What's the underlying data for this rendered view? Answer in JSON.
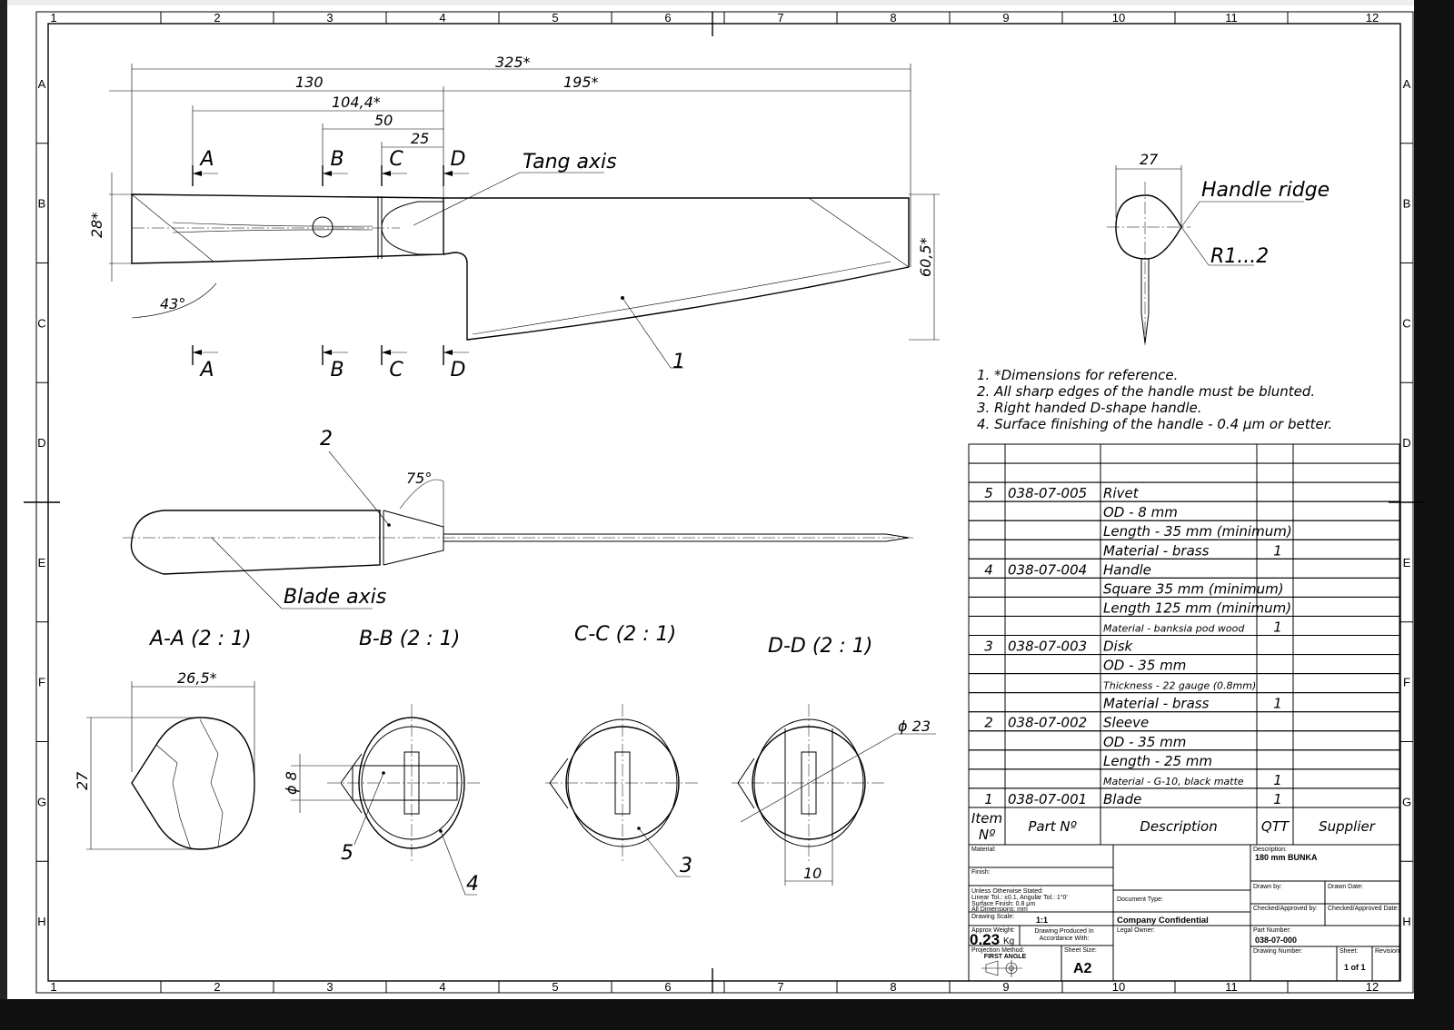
{
  "frame": {
    "columns": [
      "1",
      "2",
      "3",
      "4",
      "5",
      "6",
      "7",
      "8",
      "9",
      "10",
      "11",
      "12"
    ],
    "rows": [
      "A",
      "B",
      "C",
      "D",
      "E",
      "F",
      "G",
      "H"
    ]
  },
  "main_view": {
    "dims": {
      "overall": "325*",
      "handle_len": "130",
      "blade_len": "195*",
      "a_pos": "104,4*",
      "b_pos": "50",
      "c_pos": "25",
      "height": "28*",
      "blade_height": "60,5*",
      "angle": "43°"
    },
    "section_marks": [
      "A",
      "B",
      "C",
      "D"
    ],
    "labels": {
      "tang_axis": "Tang axis",
      "item1": "1"
    }
  },
  "top_view": {
    "angle": "75°",
    "item2": "2",
    "blade_axis": "Blade axis"
  },
  "handle_ridge_view": {
    "width": "27",
    "ridge": "Handle ridge",
    "radius": "R1...2"
  },
  "sections": [
    {
      "title": "A-A  (2 : 1)",
      "width": "26,5*",
      "height": "27"
    },
    {
      "title": "B-B  (2 : 1)",
      "dia": "ϕ 8",
      "item5": "5",
      "item4": "4"
    },
    {
      "title": "C-C  (2 : 1)",
      "item3": "3"
    },
    {
      "title": "D-D  (2 : 1)",
      "dia": "ϕ 23",
      "width": "10"
    }
  ],
  "notes": [
    "1.   *Dimensions for reference.",
    "2.   All sharp edges of the handle must be blunted.",
    "3.   Right handed D-shape handle.",
    "4.   Surface finishing of the handle - 0.4 μm or better."
  ],
  "bom": {
    "headers": {
      "item": "Item",
      "item2": "Nº",
      "part": "Part Nº",
      "description": "Description",
      "qty": "QTT",
      "supplier": "Supplier"
    },
    "rows": [
      {
        "item": "",
        "part": "",
        "desc": "",
        "qty": "",
        "small": false
      },
      {
        "item": "",
        "part": "",
        "desc": "",
        "qty": "",
        "small": false
      },
      {
        "item": "5",
        "part": "038-07-005",
        "desc": "Rivet",
        "qty": "",
        "small": false
      },
      {
        "item": "",
        "part": "",
        "desc": "OD - 8 mm",
        "qty": "",
        "small": false
      },
      {
        "item": "",
        "part": "",
        "desc": "Length - 35 mm (minimum)",
        "qty": "",
        "small": false
      },
      {
        "item": "",
        "part": "",
        "desc": "Material - brass",
        "qty": "1",
        "small": false
      },
      {
        "item": "4",
        "part": "038-07-004",
        "desc": "Handle",
        "qty": "",
        "small": false
      },
      {
        "item": "",
        "part": "",
        "desc": "Square 35 mm (minimum)",
        "qty": "",
        "small": false
      },
      {
        "item": "",
        "part": "",
        "desc": "Length 125 mm (minimum)",
        "qty": "",
        "small": false
      },
      {
        "item": "",
        "part": "",
        "desc": "Material - banksia pod wood",
        "qty": "1",
        "small": true
      },
      {
        "item": "3",
        "part": "038-07-003",
        "desc": "Disk",
        "qty": "",
        "small": false
      },
      {
        "item": "",
        "part": "",
        "desc": "OD - 35 mm",
        "qty": "",
        "small": false
      },
      {
        "item": "",
        "part": "",
        "desc": "Thickness - 22 gauge (0.8mm)",
        "qty": "",
        "small": true
      },
      {
        "item": "",
        "part": "",
        "desc": "Material - brass",
        "qty": "1",
        "small": false
      },
      {
        "item": "2",
        "part": "038-07-002",
        "desc": "Sleeve",
        "qty": "",
        "small": false
      },
      {
        "item": "",
        "part": "",
        "desc": "OD - 35 mm",
        "qty": "",
        "small": false
      },
      {
        "item": "",
        "part": "",
        "desc": "Length - 25 mm",
        "qty": "",
        "small": false
      },
      {
        "item": "",
        "part": "",
        "desc": "Material - G-10, black matte",
        "qty": "1",
        "small": true
      },
      {
        "item": "1",
        "part": "038-07-001",
        "desc": "Blade",
        "qty": "1",
        "small": false
      }
    ]
  },
  "title_block": {
    "material_label": "Material:",
    "finish_label": "Finish:",
    "tol_1": "Unless Otherwise Stated:",
    "tol_2": "Linear Tol.: ±0.1, Angular Tol.: 1°0'",
    "tol_3": "Surface Finish: 0.8 μm",
    "tol_4": "All Dimensions: mm",
    "scale_label": "Drawing Scale:",
    "scale": "1:1",
    "weight_label": "Approx Weight:",
    "weight": "0.23",
    "weight_unit": "Kg",
    "accordance_1": "Drawing Produced In",
    "accordance_2": "Accordance With:",
    "projection_label": "Projection Method:",
    "projection": "FIRST ANGLE",
    "sheet_size_label": "Sheet Size:",
    "sheet_size": "A2",
    "doc_type_label": "Document Type:",
    "confidential": "Company Confidential",
    "legal_owner_label": "Legal Owner:",
    "description_label": "Description:",
    "description": "180 mm BUNKA",
    "drawn_by_label": "Drawn by:",
    "drawn_date_label": "Drawn Date:",
    "checked_by_label": "Checked/Approved by:",
    "checked_date_label": "Checked/Approved Date:",
    "part_number_label": "Part Number:",
    "part_number": "038-07-000",
    "drawing_number_label": "Drawing Number:",
    "sheet_label": "Sheet:",
    "sheet": "1 of 1",
    "revision_label": "Revision:"
  }
}
